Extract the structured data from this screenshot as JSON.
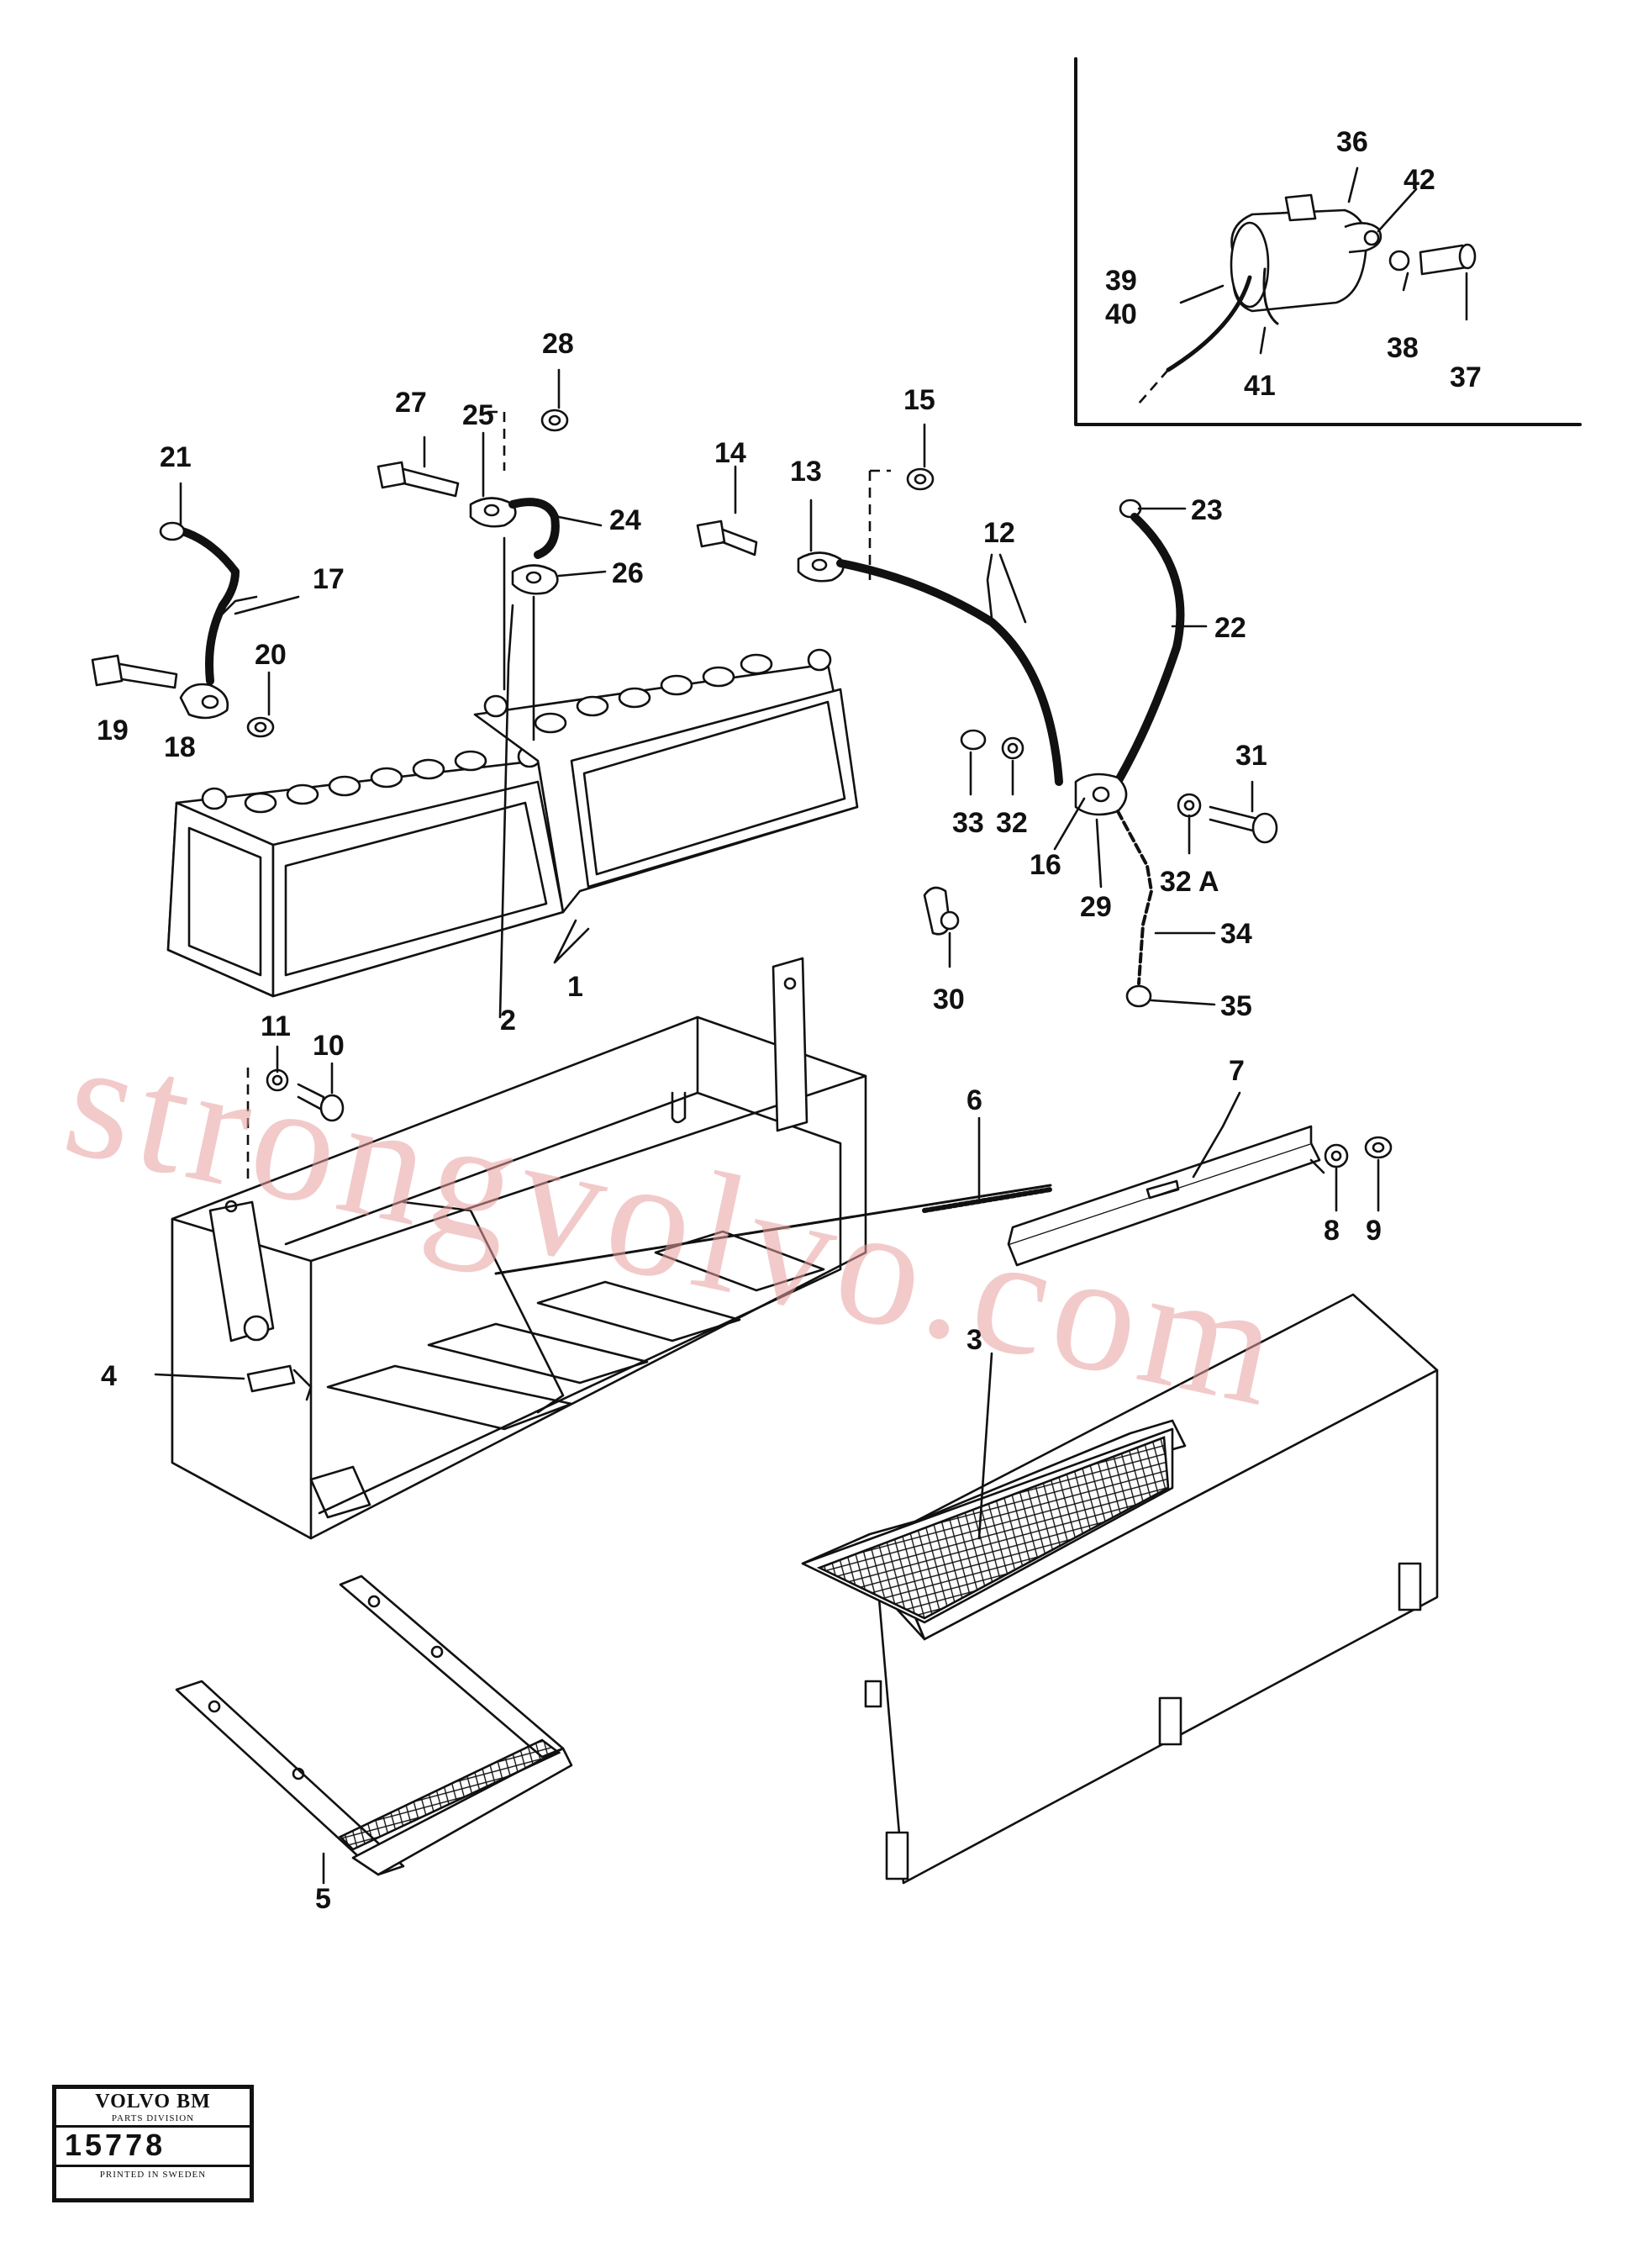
{
  "watermark": "strongvolvo.com",
  "callouts": [
    "1",
    "2",
    "3",
    "4",
    "5",
    "6",
    "7",
    "8",
    "9",
    "10",
    "11",
    "12",
    "13",
    "14",
    "15",
    "16",
    "17",
    "18",
    "19",
    "20",
    "21",
    "22",
    "23",
    "24",
    "25",
    "26",
    "27",
    "28",
    "29",
    "30",
    "31",
    "32",
    "32 A",
    "33",
    "34",
    "35",
    "36",
    "37",
    "38",
    "39",
    "40",
    "41",
    "42"
  ],
  "stamp": {
    "brand": "VOLVO BM",
    "division": "PARTS DIVISION",
    "number": "15778",
    "printed": "PRINTED IN SWEDEN"
  }
}
